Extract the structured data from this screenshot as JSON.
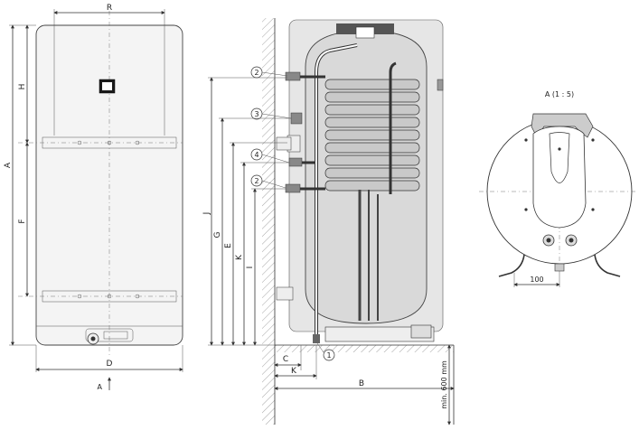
{
  "front_view": {
    "dims": {
      "R": "R",
      "H": "H",
      "A": "A",
      "F": "F",
      "D": "D"
    },
    "view_arrow_label": "A"
  },
  "side_view": {
    "dims": {
      "J": "J",
      "G": "G",
      "E": "E",
      "K": "K",
      "I": "I",
      "C": "C",
      "K_bottom": "K",
      "B": "B"
    },
    "clearance_label": "min. 600 mm",
    "callouts": [
      "2",
      "3",
      "4",
      "2",
      "1"
    ]
  },
  "detail_view": {
    "title": "A (1 : 5)",
    "dimension_value": "100"
  }
}
